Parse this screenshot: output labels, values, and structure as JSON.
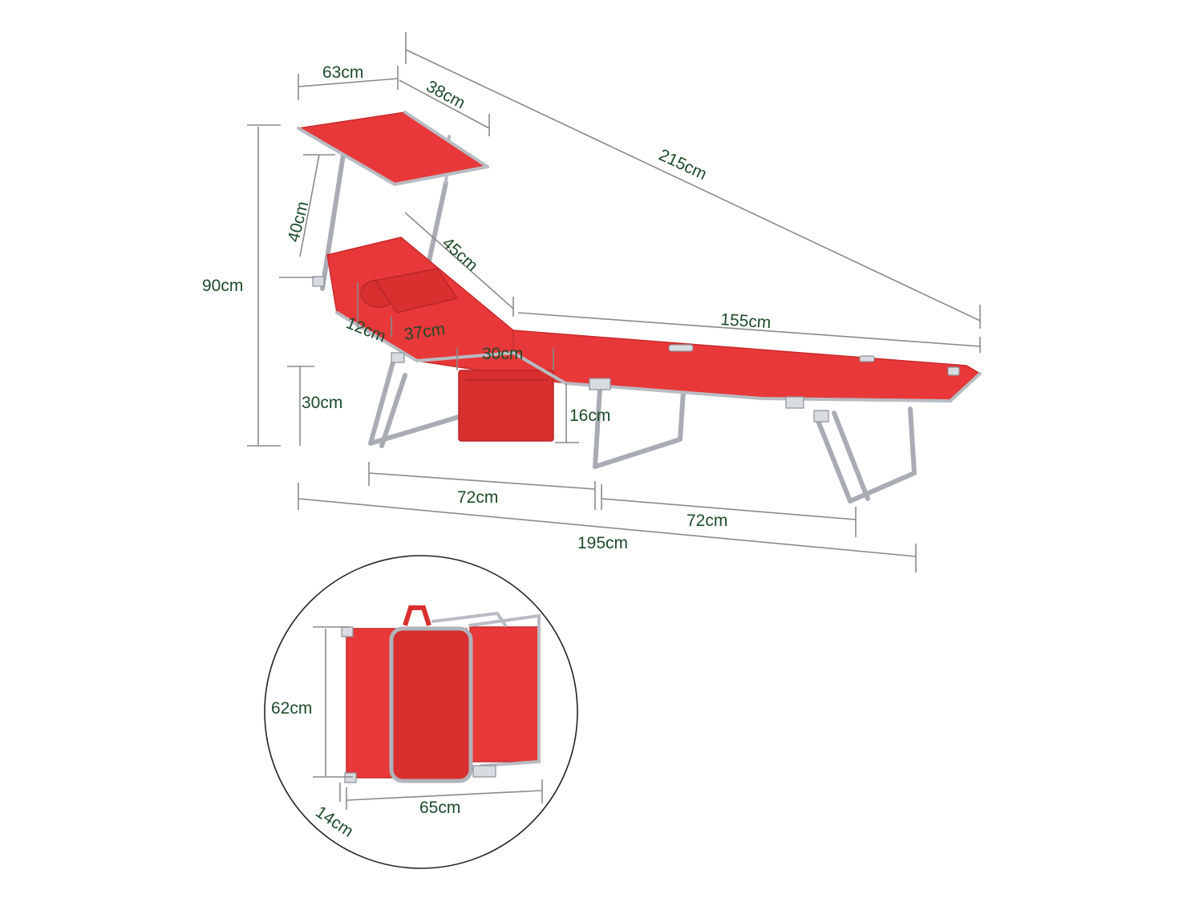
{
  "dimensions": {
    "canopy_width": "63cm",
    "canopy_depth": "38cm",
    "overall_diagonal": "215cm",
    "canopy_height": "40cm",
    "backrest_length": "45cm",
    "total_height": "90cm",
    "pillow_height": "12cm",
    "pillow_width": "37cm",
    "bed_length": "155cm",
    "pocket_width": "30cm",
    "seat_height": "30cm",
    "pocket_height": "16cm",
    "leg_spacing_front": "72cm",
    "leg_spacing_rear": "72cm",
    "total_length": "195cm",
    "folded_height": "62cm",
    "folded_thickness": "14cm",
    "folded_width": "65cm"
  },
  "colors": {
    "fabric": "#e8383a",
    "frame": "#a9adb3",
    "dimension_text": "#1e4a2a",
    "dimension_line": "#8a8a8a"
  }
}
